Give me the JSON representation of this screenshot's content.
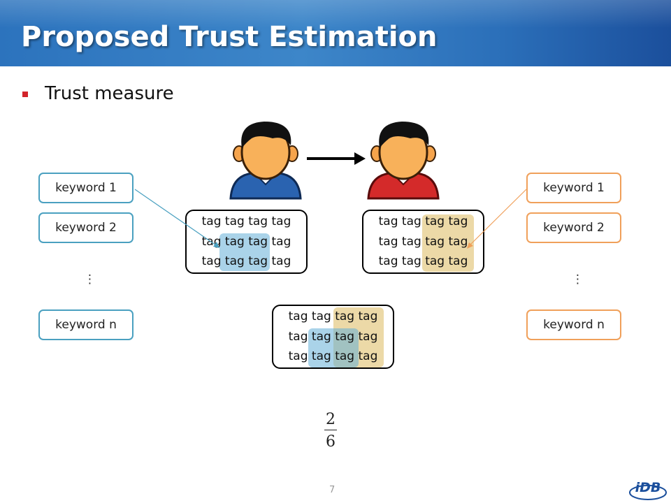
{
  "slide": {
    "title": "Proposed Trust Estimation",
    "bullet": "Trust measure",
    "page_number": "7"
  },
  "left_keywords": [
    "keyword 1",
    "keyword 2",
    "keyword n"
  ],
  "right_keywords": [
    "keyword 1",
    "keyword 2",
    "keyword n"
  ],
  "ellipsis": "⋮",
  "tag_boxes": {
    "left": [
      [
        "tag",
        "tag",
        "tag",
        "tag"
      ],
      [
        "tag",
        "tag",
        "tag",
        "tag"
      ],
      [
        "tag",
        "tag",
        "tag",
        "tag"
      ]
    ],
    "right": [
      [
        "tag",
        "tag",
        "tag",
        "tag"
      ],
      [
        "tag",
        "tag",
        "tag",
        "tag"
      ],
      [
        "tag",
        "tag",
        "tag",
        "tag"
      ]
    ],
    "bottom": [
      [
        "tag",
        "tag",
        "tag",
        "tag"
      ],
      [
        "tag",
        "tag",
        "tag",
        "tag"
      ],
      [
        "tag",
        "tag",
        "tag",
        "tag"
      ]
    ]
  },
  "fraction": {
    "numerator": "2",
    "denominator": "6"
  },
  "colors": {
    "left_user_shirt": "#2a63b0",
    "right_user_shirt": "#d42a2a",
    "left_highlight": "#64afd7",
    "right_highlight": "#dcb95f",
    "bullet": "#d2232a"
  },
  "icons": {
    "left_user": "user-avatar-icon",
    "right_user": "user-avatar-icon",
    "arrow": "arrow-right-icon",
    "logo": "idb-logo-icon"
  },
  "logo_text": "iDB"
}
